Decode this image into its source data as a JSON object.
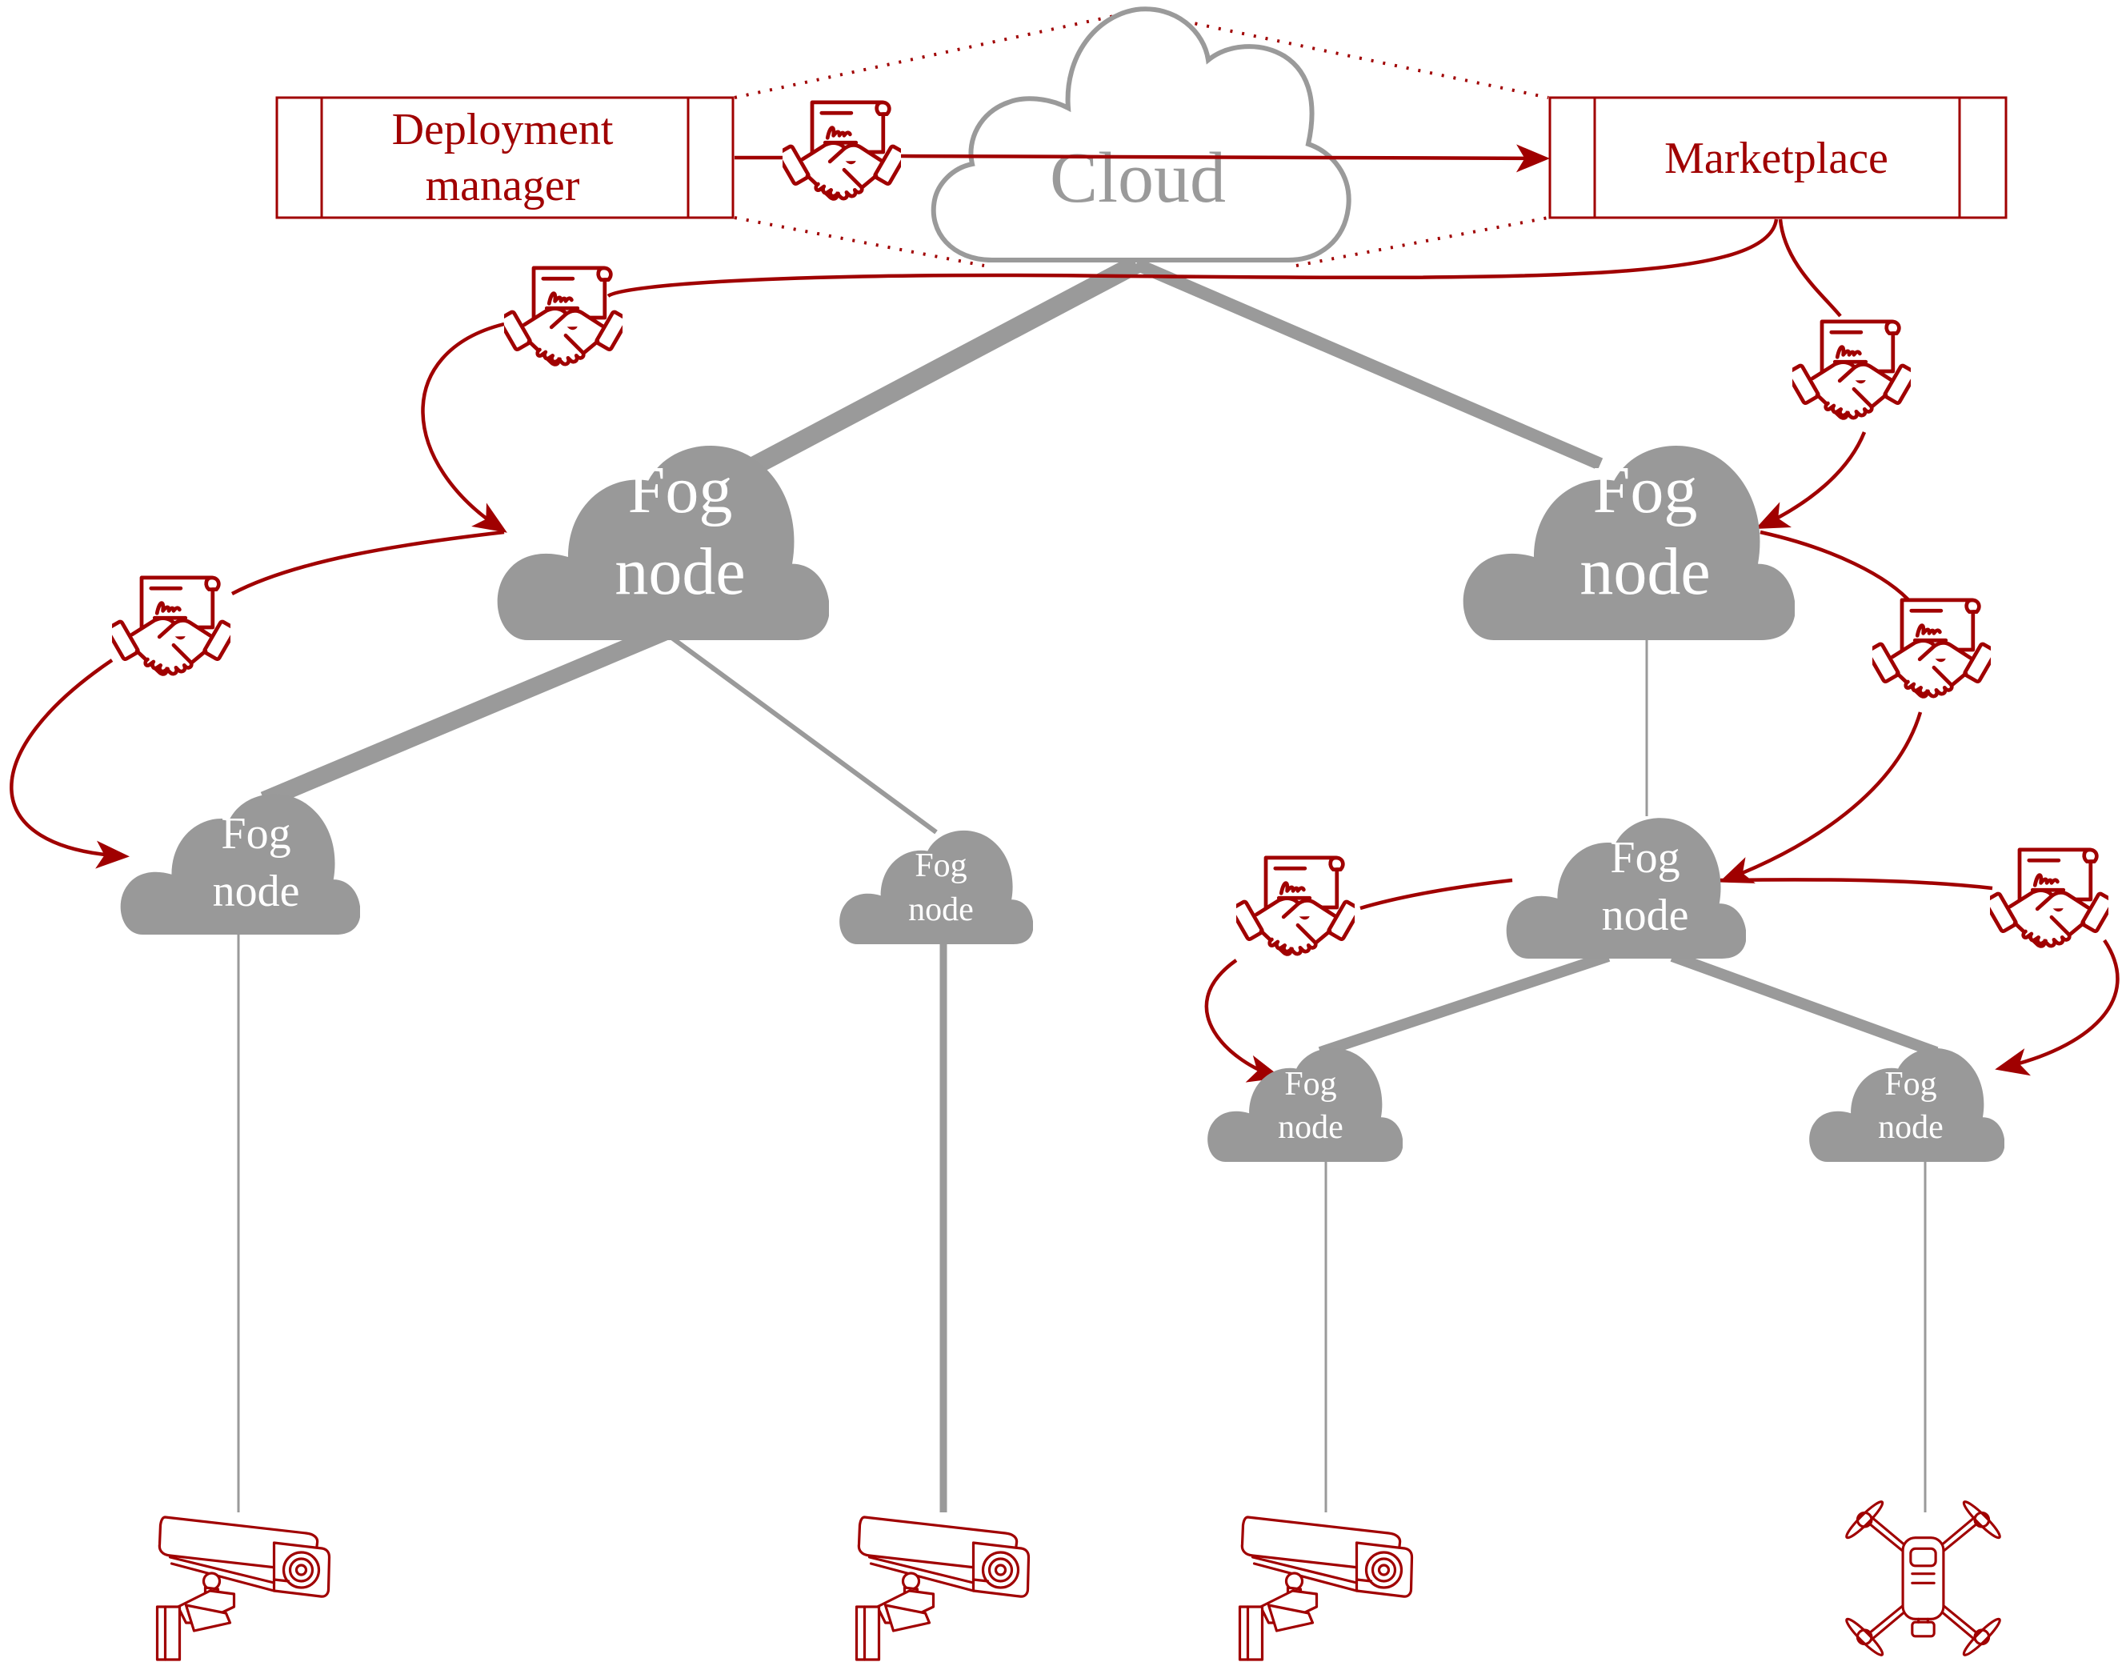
{
  "cloud": {
    "label": "Cloud"
  },
  "deployment_manager": {
    "line1": "Deployment",
    "line2": "manager"
  },
  "marketplace": {
    "label": "Marketplace"
  },
  "fog_nodes": [
    {
      "line1": "Fog",
      "line2": "node"
    },
    {
      "line1": "Fog",
      "line2": "node"
    },
    {
      "line1": "Fog",
      "line2": "node"
    },
    {
      "line1": "Fog",
      "line2": "node"
    },
    {
      "line1": "Fog",
      "line2": "node"
    },
    {
      "line1": "Fog",
      "line2": "node"
    },
    {
      "line1": "Fog",
      "line2": "node"
    }
  ],
  "devices": [
    {
      "type": "camera-icon"
    },
    {
      "type": "camera-icon"
    },
    {
      "type": "camera-icon"
    },
    {
      "type": "drone-icon"
    }
  ],
  "colors": {
    "accent": "#a00000",
    "fog": "#999999",
    "link": "#9a9a9a",
    "cloud_outline": "#9a9a9a"
  }
}
